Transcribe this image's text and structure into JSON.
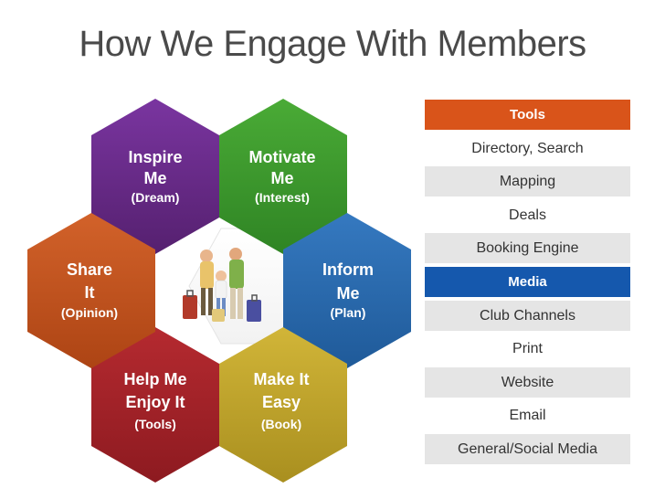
{
  "title": "How We Engage With Members",
  "hexagons": {
    "inspire": {
      "line1": "Inspire",
      "line2": "Me",
      "sub": "(Dream)",
      "color": "#6a2a8c"
    },
    "motivate": {
      "line1": "Motivate",
      "line2": "Me",
      "sub": "(Interest)",
      "color": "#3c9a2e"
    },
    "inform": {
      "line1": "Inform",
      "line2": "Me",
      "sub": "(Plan)",
      "color": "#2a6bb0"
    },
    "easy": {
      "line1": "Make It",
      "line2": "Easy",
      "sub": "(Book)",
      "color": "#c2a52a"
    },
    "enjoy": {
      "line1": "Help Me",
      "line2": "Enjoy It",
      "sub": "(Tools)",
      "color": "#a8222a"
    },
    "share": {
      "line1": "Share",
      "line2": "It",
      "sub": "(Opinion)",
      "color": "#c8531e"
    }
  },
  "tools_header": "Tools",
  "tools": [
    "Directory, Search",
    "Mapping",
    "Deals",
    "Booking Engine"
  ],
  "media_header": "Media",
  "media": [
    "Club Channels",
    "Print",
    "Website",
    "Email",
    "General/Social Media"
  ],
  "colors": {
    "tools_header": "#d9541a",
    "media_header": "#1558ad",
    "row_shade": "#e5e5e5"
  },
  "center_image": "family-travelers-illustration"
}
